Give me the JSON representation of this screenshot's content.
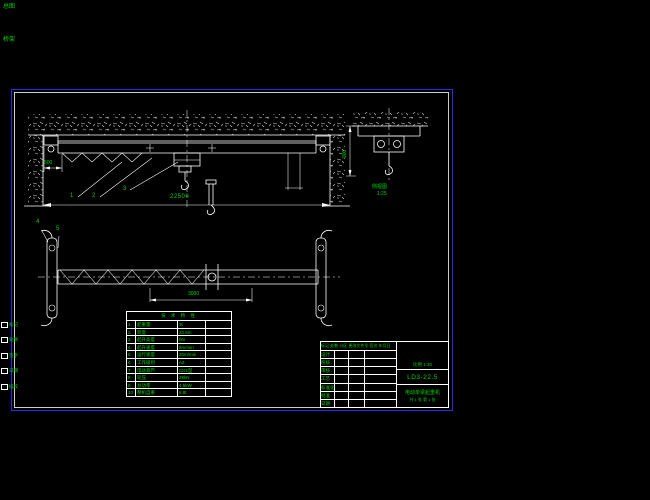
{
  "colors": {
    "background": "#000000",
    "line": "#ffffff",
    "annotation": "#00d400",
    "frame_blue": "#2a2ae0"
  },
  "corner_labels": {
    "line1": "总图",
    "line2": "桥架"
  },
  "margin_labels": [
    "标记",
    "处数",
    "签字",
    "日期",
    "描校"
  ],
  "front_view": {
    "balloons": [
      "1",
      "2",
      "3"
    ],
    "span_dim": "22500",
    "end_dim": "600"
  },
  "detail_view": {
    "caption": "侧视图",
    "scale": "1:25",
    "height_dim": "900"
  },
  "plan_view": {
    "balloons": [
      "4",
      "5"
    ],
    "gauge_dim": "3000"
  },
  "parts_table": {
    "title": "技 术 特 性",
    "rows": [
      [
        "1",
        "起重量",
        "3t",
        ""
      ],
      [
        "2",
        "跨度",
        "22.5m",
        ""
      ],
      [
        "3",
        "起升高度",
        "9m",
        ""
      ],
      [
        "4",
        "起升速度",
        "8m/min",
        ""
      ],
      [
        "5",
        "运行速度",
        "20m/min",
        ""
      ],
      [
        "6",
        "工作级别",
        "A3",
        ""
      ],
      [
        "7",
        "电动葫芦",
        "CD1型",
        ""
      ],
      [
        "8",
        "轮压",
        "28kN",
        ""
      ],
      [
        "9",
        "总功率",
        "4.5kW",
        ""
      ],
      [
        "10",
        "整机自重",
        "6.8t",
        ""
      ]
    ]
  },
  "title_block": {
    "rev_header": "标记 处数 分区 更改文件号 签名 年月日",
    "left_labels": [
      "设计",
      "校核",
      "审核",
      "工艺",
      "标准化",
      "批准",
      "日期"
    ],
    "scale_line": "比例 1:30",
    "model": "LD3-22.5",
    "product": "电动单梁起重机",
    "sheet_info": "共 1 张 第 1 张"
  }
}
